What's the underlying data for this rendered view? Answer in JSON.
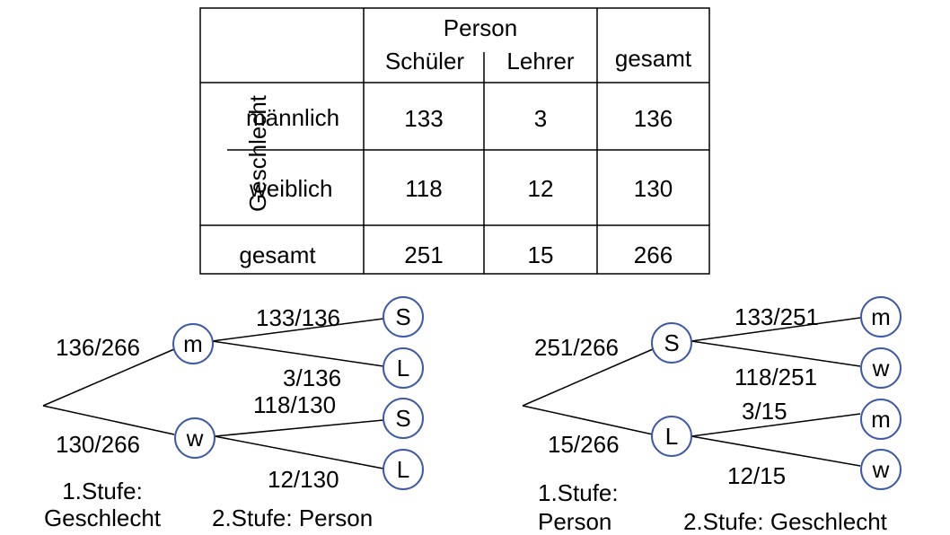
{
  "table": {
    "header_person": "Person",
    "header_schueler": "Schüler",
    "header_lehrer": "Lehrer",
    "header_gesamt": "gesamt",
    "row_group_label": "Geschlecht",
    "rows": [
      {
        "label": "männlich",
        "schueler": "133",
        "lehrer": "3",
        "gesamt": "136"
      },
      {
        "label": "weiblich",
        "schueler": "118",
        "lehrer": "12",
        "gesamt": "130"
      },
      {
        "label": "gesamt",
        "schueler": "251",
        "lehrer": "15",
        "gesamt": "266"
      }
    ]
  },
  "tree_left": {
    "branch_top": "136/266",
    "branch_bottom": "130/266",
    "node_top": "m",
    "node_bottom": "w",
    "leaves": [
      "S",
      "L",
      "S",
      "L"
    ],
    "leaf_probs": [
      "133/136",
      "3/136",
      "118/130",
      "12/130"
    ],
    "stage1": [
      "1.Stufe:",
      "Geschlecht"
    ],
    "stage2": "2.Stufe: Person"
  },
  "tree_right": {
    "branch_top": "251/266",
    "branch_bottom": "15/266",
    "node_top": "S",
    "node_bottom": "L",
    "leaves": [
      "m",
      "w",
      "m",
      "w"
    ],
    "leaf_probs": [
      "133/251",
      "118/251",
      "3/15",
      "12/15"
    ],
    "stage1": [
      "1.Stufe:",
      "Person"
    ],
    "stage2": "2.Stufe: Geschlecht"
  },
  "colors": {
    "node_border": "#3d5aa8",
    "line": "#000000"
  }
}
